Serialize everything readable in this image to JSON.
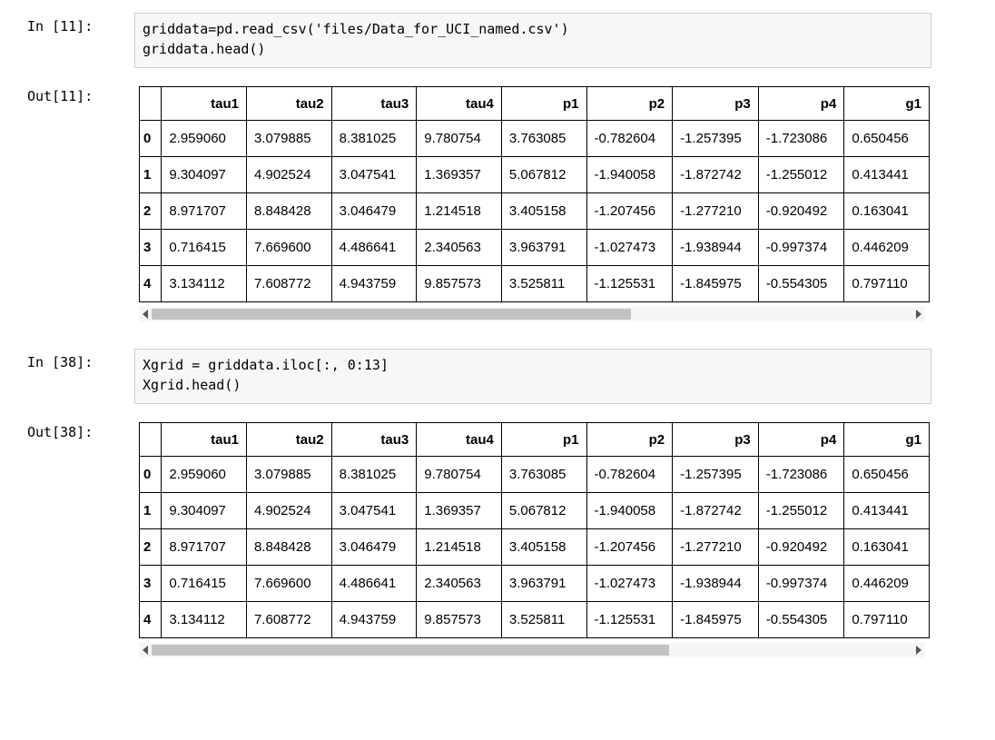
{
  "cells": [
    {
      "prompt_in": "In [11]:",
      "code_lines": [
        "griddata=pd.read_csv('files/Data_for_UCI_named.csv')",
        "griddata.head()"
      ],
      "prompt_out": "Out[11]:",
      "scroll_thumb_percent": 63
    },
    {
      "prompt_in": "In [38]:",
      "code_lines": [
        "Xgrid = griddata.iloc[:, 0:13]",
        "Xgrid.head()"
      ],
      "prompt_out": "Out[38]:",
      "scroll_thumb_percent": 68
    }
  ],
  "chart_data": {
    "type": "table",
    "title": "griddata.head() / Xgrid.head() output (both cells show identical preview)",
    "columns": [
      "",
      "tau1",
      "tau2",
      "tau3",
      "tau4",
      "p1",
      "p2",
      "p3",
      "p4",
      "g1"
    ],
    "rows": [
      [
        "0",
        "2.959060",
        "3.079885",
        "8.381025",
        "9.780754",
        "3.763085",
        "-0.782604",
        "-1.257395",
        "-1.723086",
        "0.650456"
      ],
      [
        "1",
        "9.304097",
        "4.902524",
        "3.047541",
        "1.369357",
        "5.067812",
        "-1.940058",
        "-1.872742",
        "-1.255012",
        "0.413441"
      ],
      [
        "2",
        "8.971707",
        "8.848428",
        "3.046479",
        "1.214518",
        "3.405158",
        "-1.207456",
        "-1.277210",
        "-0.920492",
        "0.163041"
      ],
      [
        "3",
        "0.716415",
        "7.669600",
        "4.486641",
        "2.340563",
        "3.963791",
        "-1.027473",
        "-1.938944",
        "-0.997374",
        "0.446209"
      ],
      [
        "4",
        "3.134112",
        "7.608772",
        "4.943759",
        "9.857573",
        "3.525811",
        "-1.125531",
        "-1.845975",
        "-0.554305",
        "0.797110"
      ]
    ],
    "note": "last column (g1) is horizontally clipped by the scroll container",
    "colors": {
      "table_border": "#000000",
      "code_bg": "#f7f7f7",
      "code_border": "#cfcfcf",
      "scrollbar_track": "#f5f5f5",
      "scrollbar_thumb": "#c2c2c2"
    }
  }
}
